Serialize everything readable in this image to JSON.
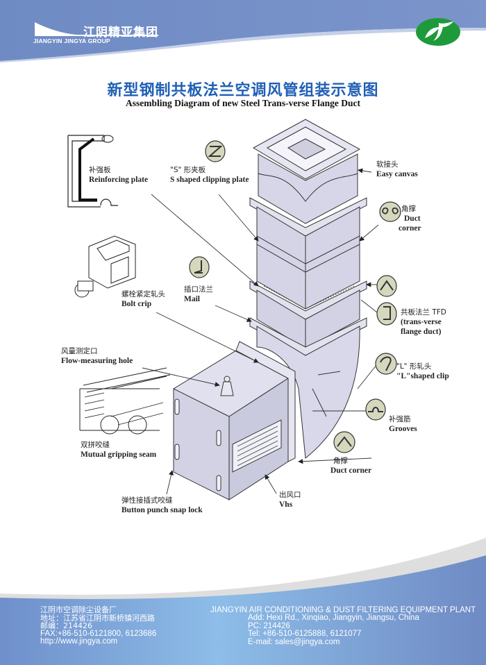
{
  "header": {
    "logo_cn": "江阴精亚集团",
    "logo_en": "JIANGYIN JINGYA GROUP",
    "colors": {
      "band": "#7590c7",
      "brand_green": "#1e9a3a",
      "title_blue": "#1f5fb5"
    }
  },
  "title": {
    "cn": "新型钢制共板法兰空调风管组装示意图",
    "en": "Assembling Diagram of new Steel Trans-verse Flange Duct"
  },
  "labels": {
    "reinforcing_plate": {
      "cn": "补强板",
      "en": "Reinforcing plate"
    },
    "s_clip": {
      "cn": "\"S\" 形夹板",
      "en": "S shaped clipping plate"
    },
    "easy_canvas": {
      "cn": "软接头",
      "en": "Easy canvas"
    },
    "duct_corner_top": {
      "cn": "角撑",
      "en1": "Duct",
      "en2": "corner"
    },
    "mail": {
      "cn": "插口法兰",
      "en": "Mail"
    },
    "bolt_crip": {
      "cn": "螺栓紧定轧头",
      "en": "Bolt crip"
    },
    "tfd": {
      "cn": "共板法兰 TFD",
      "en1": "(trans-verse",
      "en2": "flange duct)"
    },
    "l_clip": {
      "cn": "\"L\" 形轧头",
      "en": "\"L\"shaped clip"
    },
    "flow_hole": {
      "cn": "风量测定口",
      "en": "Flow-measuring hole"
    },
    "grooves": {
      "cn": "补强筋",
      "en": "Grooves"
    },
    "mutual_seam": {
      "cn": "双拼咬缝",
      "en": "Mutual gripping seam"
    },
    "duct_corner_bottom": {
      "cn": "角撑",
      "en": "Duct corner"
    },
    "button_lock": {
      "cn": "弹性接插式咬缝",
      "en": "Button punch snap lock"
    },
    "vhs": {
      "cn": "出风口",
      "en": "Vhs"
    }
  },
  "footer": {
    "left": {
      "company_cn": "江阴市空调除尘设备厂",
      "address_cn": "地址：江苏省江阴市新桥镇河西路",
      "postcode_cn": "邮编：214426",
      "fax": "FAX:+86-510-6121800, 6123686",
      "web": "http://www.jingya.com"
    },
    "right": {
      "company_en": "JIANGYIN AIR CONDITIONING & DUST FILTERING EQUIPMENT PLANT",
      "address": "Add: Hexi Rd., Xinqiao, Jiangyin, Jiangsu, China",
      "pc": "PC: 214426",
      "tel": "Tel: +86-510-6125888, 6121077",
      "email": "E-mail: sales@jingya.com"
    }
  }
}
